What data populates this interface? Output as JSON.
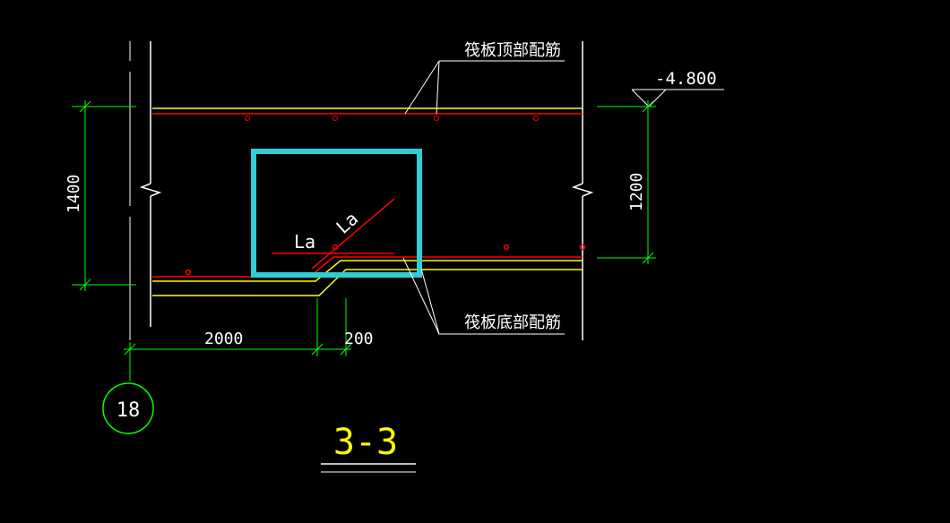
{
  "drawing": {
    "top_rebar_label": "筏板顶部配筋",
    "bottom_rebar_label": "筏板底部配筋",
    "elevation": "-4.800",
    "dim_left_height": "1400",
    "dim_right_height": "1200",
    "dim_bottom_left": "2000",
    "dim_bottom_right": "200",
    "anchor_label_horizontal": "La",
    "anchor_label_diagonal": "La",
    "axis_number": "18",
    "section_title": "3-3"
  },
  "colors": {
    "background": "#000000",
    "outline": "#ffffff",
    "dimension": "#00ff00",
    "rebar_red": "#ff0000",
    "rebar_yellow": "#ffff00",
    "highlight": "#2ecfd6",
    "axis_circle": "#00ff00",
    "title": "#ffff00"
  }
}
